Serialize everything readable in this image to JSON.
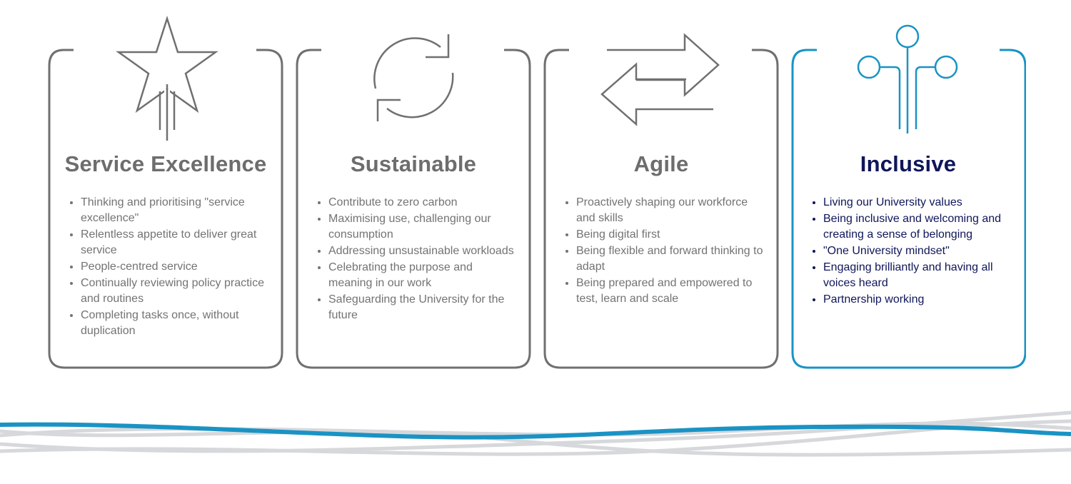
{
  "colors": {
    "grey_frame": "#707070",
    "grey_title": "#6d6d6d",
    "grey_text": "#737373",
    "accent_blue": "#1a93c4",
    "navy_text": "#0f1659",
    "wave_light": "#d4d6d9"
  },
  "cards": [
    {
      "icon": "star-icon",
      "title": "Service Excellence",
      "items": [
        "Thinking and prioritising \"service excellence\"",
        "Relentless appetite to deliver great service",
        "People-centred service",
        "Continually reviewing policy practice and routines",
        "Completing tasks once, without duplication"
      ]
    },
    {
      "icon": "recycle-arrows-icon",
      "title": "Sustainable",
      "items": [
        "Contribute to zero carbon",
        "Maximising use, challenging our consumption",
        "Addressing unsustainable workloads",
        "Celebrating the purpose and meaning in our work",
        "Safeguarding the University for the future"
      ]
    },
    {
      "icon": "swap-arrows-icon",
      "title": "Agile",
      "items": [
        "Proactively shaping our workforce and skills",
        "Being digital first",
        "Being flexible and forward thinking to adapt",
        "Being prepared and empowered to test, learn and scale"
      ]
    },
    {
      "icon": "network-nodes-icon",
      "title": "Inclusive",
      "items": [
        "Living our University values",
        "Being inclusive and welcoming and creating a sense of belonging",
        " \"One University mindset\"",
        "Engaging brilliantly and having all voices heard",
        "Partnership working"
      ]
    }
  ]
}
